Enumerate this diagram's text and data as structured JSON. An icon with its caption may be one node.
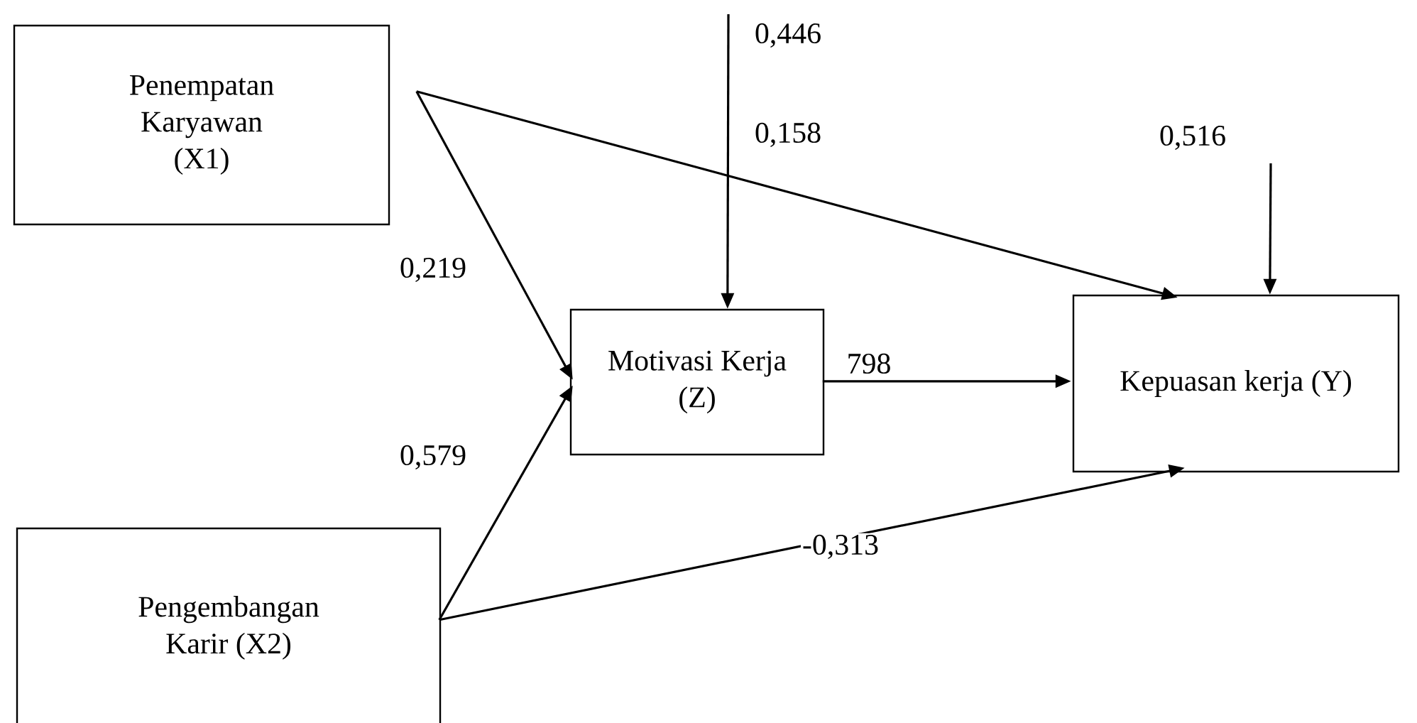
{
  "diagram": {
    "nodes": [
      {
        "text": [
          "Penempatan Karyawan (X1)"
        ]
      },
      {
        "text": [
          "Motivasi Kerja (Z)"
        ]
      },
      {
        "text": [
          "Kepuasan kerja (Y)"
        ]
      },
      {
        "text": [
          "Pengembangan Karir (X2)"
        ]
      }
    ],
    "edges": [
      {
        "from": 0,
        "to": 1,
        "arrow": "to",
        "label": "0,219"
      },
      {
        "from": 3,
        "to": 1,
        "arrow": "to",
        "label": "0,579"
      },
      {
        "from": 0,
        "to": 2,
        "arrow": "to"
      },
      {
        "from": 3,
        "to": 2,
        "arrow": "to",
        "label": "-0,313"
      },
      {
        "from": 1,
        "to": 2,
        "arrow": "to",
        "label": "798"
      },
      {
        "from": null,
        "to": 1,
        "arrow": "to",
        "label": "0,446"
      },
      {
        "from": null,
        "to": 2,
        "arrow": "to",
        "label": "0,516"
      }
    ],
    "labels": [
      "0,158"
    ]
  }
}
